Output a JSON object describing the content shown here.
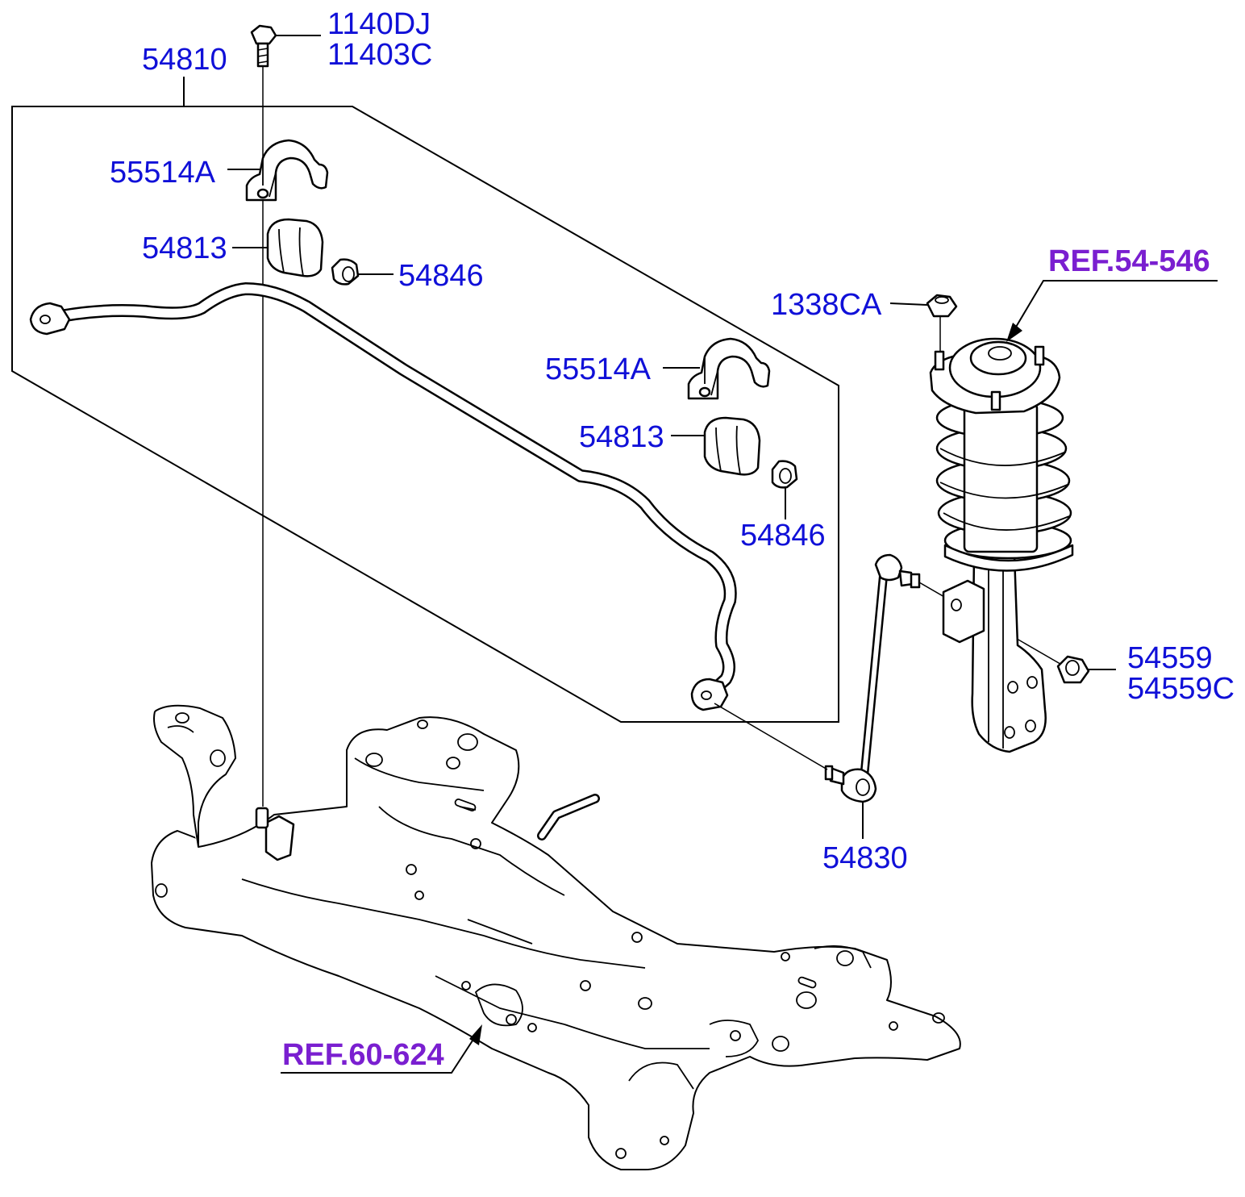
{
  "labels": {
    "bolt_a": "1140DJ",
    "bolt_b": "11403C",
    "stabilizer_bar": "54810",
    "bracket_upper": "55514A",
    "bushing_upper": "54813",
    "collar_upper": "54846",
    "bracket_lower": "55514A",
    "bushing_lower": "54813",
    "collar_lower": "54846",
    "nut_top": "1338CA",
    "ref_strut": "REF.54-546",
    "nut_link_a": "54559",
    "nut_link_b": "54559C",
    "link": "54830",
    "ref_subframe": "REF.60-624"
  },
  "colors": {
    "part_number": "#1010d8",
    "reference": "#7a1fd0",
    "line": "#000000"
  }
}
